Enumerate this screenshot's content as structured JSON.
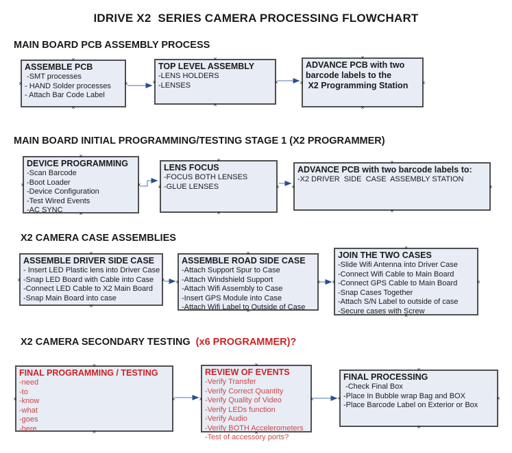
{
  "title": "IDRIVE X2  SERIES CAMERA PROCESSING FLOWCHART",
  "colors": {
    "box_fill": "#e7ecf5",
    "box_border": "#4f4f4f",
    "arrow_line": "#8aa4c8",
    "arrow_head": "#2e4d8e",
    "red_title": "#cc2222",
    "red_body": "#c94848"
  },
  "sections": [
    {
      "heading": "MAIN BOARD PCB ASSEMBLY PROCESS",
      "boxes": [
        {
          "title": "ASSEMBLE PCB",
          "lines": [
            " -SMT processes",
            "- HAND Solder processes",
            "- Attach Bar Code Label"
          ]
        },
        {
          "title": "TOP LEVEL ASSEMBLY",
          "lines": [
            "-LENS HOLDERS",
            "-LENSES"
          ]
        },
        {
          "title": "ADVANCE PCB with two",
          "lines": [
            "barcode labels to the",
            " X2 Programming Station"
          ]
        }
      ]
    },
    {
      "heading": "MAIN BOARD INITIAL PROGRAMMING/TESTING STAGE 1 (X2 PROGRAMMER)",
      "boxes": [
        {
          "title": "DEVICE PROGRAMMING",
          "lines": [
            "-Scan Barcode",
            "-Boot Loader",
            "-Device Configuration",
            "-Test Wired Events",
            "-AC SYNC"
          ]
        },
        {
          "title": "LENS FOCUS",
          "lines": [
            "-FOCUS BOTH LENSES",
            "-GLUE LENSES"
          ]
        },
        {
          "title": "ADVANCE PCB with two barcode labels to:",
          "lines": [
            "-X2 DRIVER  SIDE  CASE  ASSEMBLY STATION"
          ]
        }
      ]
    },
    {
      "heading": "X2 CAMERA CASE ASSEMBLIES",
      "boxes": [
        {
          "title": "ASSEMBLE DRIVER SIDE CASE",
          "lines": [
            "- Insert LED Plastic lens into Driver Case",
            "-Snap LED Board with Cable into Case",
            "-Connect LED Cable to X2 Main Board",
            "-Snap Main Board into case"
          ]
        },
        {
          "title": "ASSEMBLE ROAD SIDE CASE",
          "lines": [
            "-Attach Support Spur to Case",
            "-Attach Windshield Support",
            "-Attach Wifi Assembly to Case",
            "-Insert GPS Module into Case",
            "-Attach Wifi Label to Outside of Case"
          ]
        },
        {
          "title": "JOIN THE TWO CASES",
          "lines": [
            "-Slide Wifi Antenna into Driver Case",
            "-Connect Wifi Cable to Main Board",
            "-Connect GPS Cable to Main Board",
            "-Snap Cases Together",
            "-Attach S/N Label to outside of case",
            "-Secure cases with Screw"
          ]
        }
      ]
    },
    {
      "heading": "X2 CAMERA SECONDARY TESTING  ",
      "heading_suffix": "(x6 PROGRAMMER)?",
      "boxes": [
        {
          "title": "FINAL PROGRAMMING / TESTING",
          "lines": [
            "-need",
            "-to",
            "-know",
            "-what",
            "-goes",
            "-here"
          ]
        },
        {
          "title": "REVIEW OF EVENTS",
          "lines": [
            "-Verify Transfer",
            "-Verify Correct Quantity",
            "-Verify Quality of Video",
            "-Verify LEDs function",
            "-Verify Audio",
            "-Verify BOTH Accelerometers",
            "-Test of accessory ports?"
          ]
        },
        {
          "title": "FINAL PROCESSING",
          "lines": [
            " -Check Final Box",
            "-Place In Bubble wrap Bag and BOX",
            "-Place Barcode Label on Exterior or Box"
          ]
        }
      ]
    }
  ]
}
